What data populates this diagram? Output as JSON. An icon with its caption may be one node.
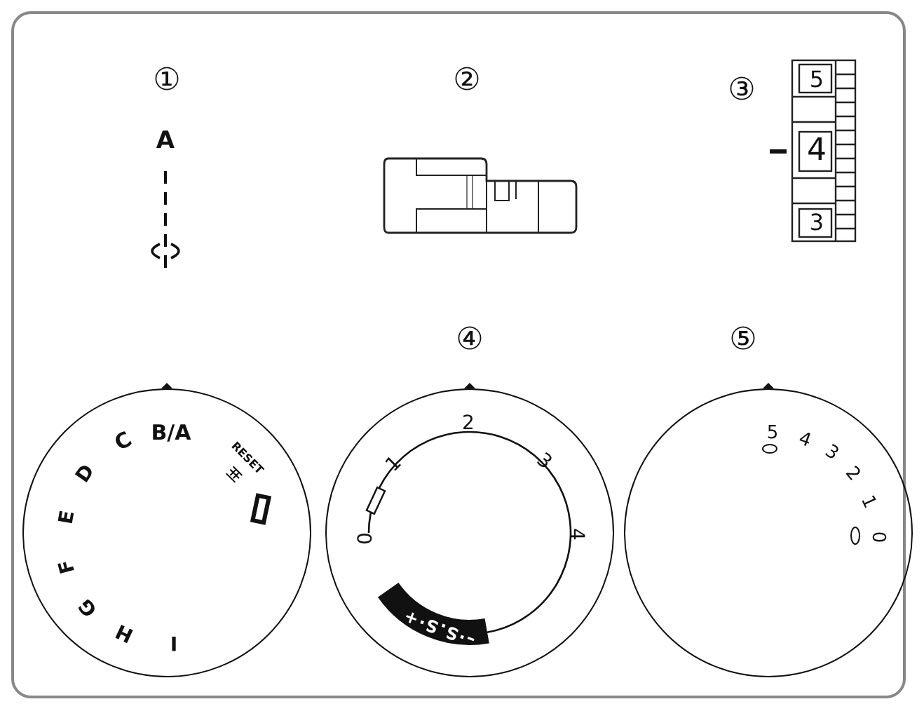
{
  "diagram": {
    "nodes": [
      {
        "text": [
          "B/A",
          "C",
          "D",
          "E",
          "F",
          "G",
          "H",
          "I",
          "RESET"
        ]
      },
      {
        "text": [
          "0",
          "1",
          "2",
          "3",
          "4",
          "–·S.S·+"
        ]
      },
      {
        "text": [
          "5",
          "4",
          "3",
          "2",
          "1",
          "0"
        ]
      },
      {
        "text": [
          "5",
          "4",
          "3"
        ]
      }
    ],
    "labels": [
      "①",
      "A",
      "②",
      "③",
      "④",
      "⑤"
    ]
  }
}
